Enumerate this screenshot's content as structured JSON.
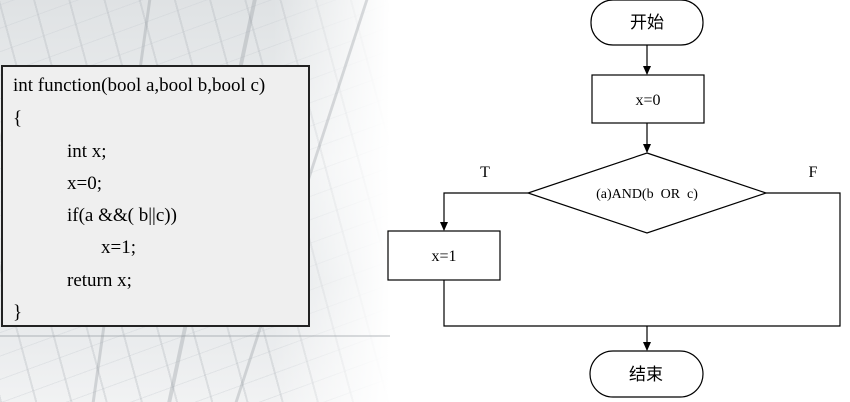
{
  "code": {
    "lines": [
      "int function(bool a,bool b,bool c)",
      "{",
      "int x;",
      "x=0;",
      "if(a &&( b||c))",
      "x=1;",
      "return x;",
      "}"
    ]
  },
  "flowchart": {
    "start_label": "开始",
    "assign0_label": "x=0",
    "decision_label": "(a)AND(b  OR  c)",
    "true_label": "T",
    "false_label": "F",
    "assign1_label": "x=1",
    "end_label": "结束"
  },
  "colors": {
    "line": "#000000",
    "code_bg": "#efefef",
    "box_fill": "#ffffff"
  }
}
